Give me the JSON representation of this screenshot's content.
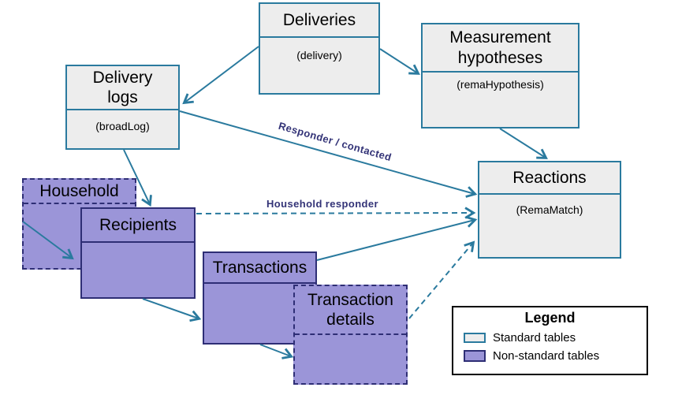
{
  "nodes": {
    "deliveries": {
      "title": "Deliveries",
      "subtitle": "(delivery)"
    },
    "measurement_hypotheses": {
      "title": "Measurement\nhypotheses",
      "subtitle": "(remaHypothesis)"
    },
    "delivery_logs": {
      "title": "Delivery\nlogs",
      "subtitle": "(broadLog)"
    },
    "reactions": {
      "title": "Reactions",
      "subtitle": "(RemaMatch)"
    },
    "household": {
      "title": "Household"
    },
    "recipients": {
      "title": "Recipients"
    },
    "transactions": {
      "title": "Transactions"
    },
    "transaction_details": {
      "title": "Transaction\ndetails"
    }
  },
  "edge_labels": {
    "responder_contacted": "Responder / contacted",
    "household_responder": "Household responder"
  },
  "edges": [
    {
      "from": "deliveries",
      "to": "delivery_logs",
      "style": "solid"
    },
    {
      "from": "deliveries",
      "to": "measurement_hypotheses",
      "style": "solid"
    },
    {
      "from": "measurement_hypotheses",
      "to": "reactions",
      "style": "solid"
    },
    {
      "from": "delivery_logs",
      "to": "reactions",
      "style": "solid",
      "label": "Responder / contacted"
    },
    {
      "from": "delivery_logs",
      "to": "recipients",
      "style": "solid"
    },
    {
      "from": "household",
      "to": "recipients",
      "style": "solid"
    },
    {
      "from": "recipients",
      "to": "transactions",
      "style": "solid"
    },
    {
      "from": "recipients",
      "to": "reactions",
      "style": "dashed",
      "label": "Household responder"
    },
    {
      "from": "transactions",
      "to": "reactions",
      "style": "solid"
    },
    {
      "from": "transactions",
      "to": "transaction_details",
      "style": "solid"
    },
    {
      "from": "transaction_details",
      "to": "reactions",
      "style": "dashed"
    }
  ],
  "legend": {
    "title": "Legend",
    "items": [
      {
        "label": "Standard tables",
        "type": "standard"
      },
      {
        "label": "Non-standard tables",
        "type": "nonstandard"
      }
    ]
  },
  "colors": {
    "connector_teal": "#2a7a9e",
    "standard_fill": "#ededed",
    "standard_border": "#2a7a9e",
    "nonstandard_fill": "#9b95d8",
    "nonstandard_border": "#2e2e75",
    "edge_label_text": "#333377",
    "legend_border": "#000000"
  }
}
